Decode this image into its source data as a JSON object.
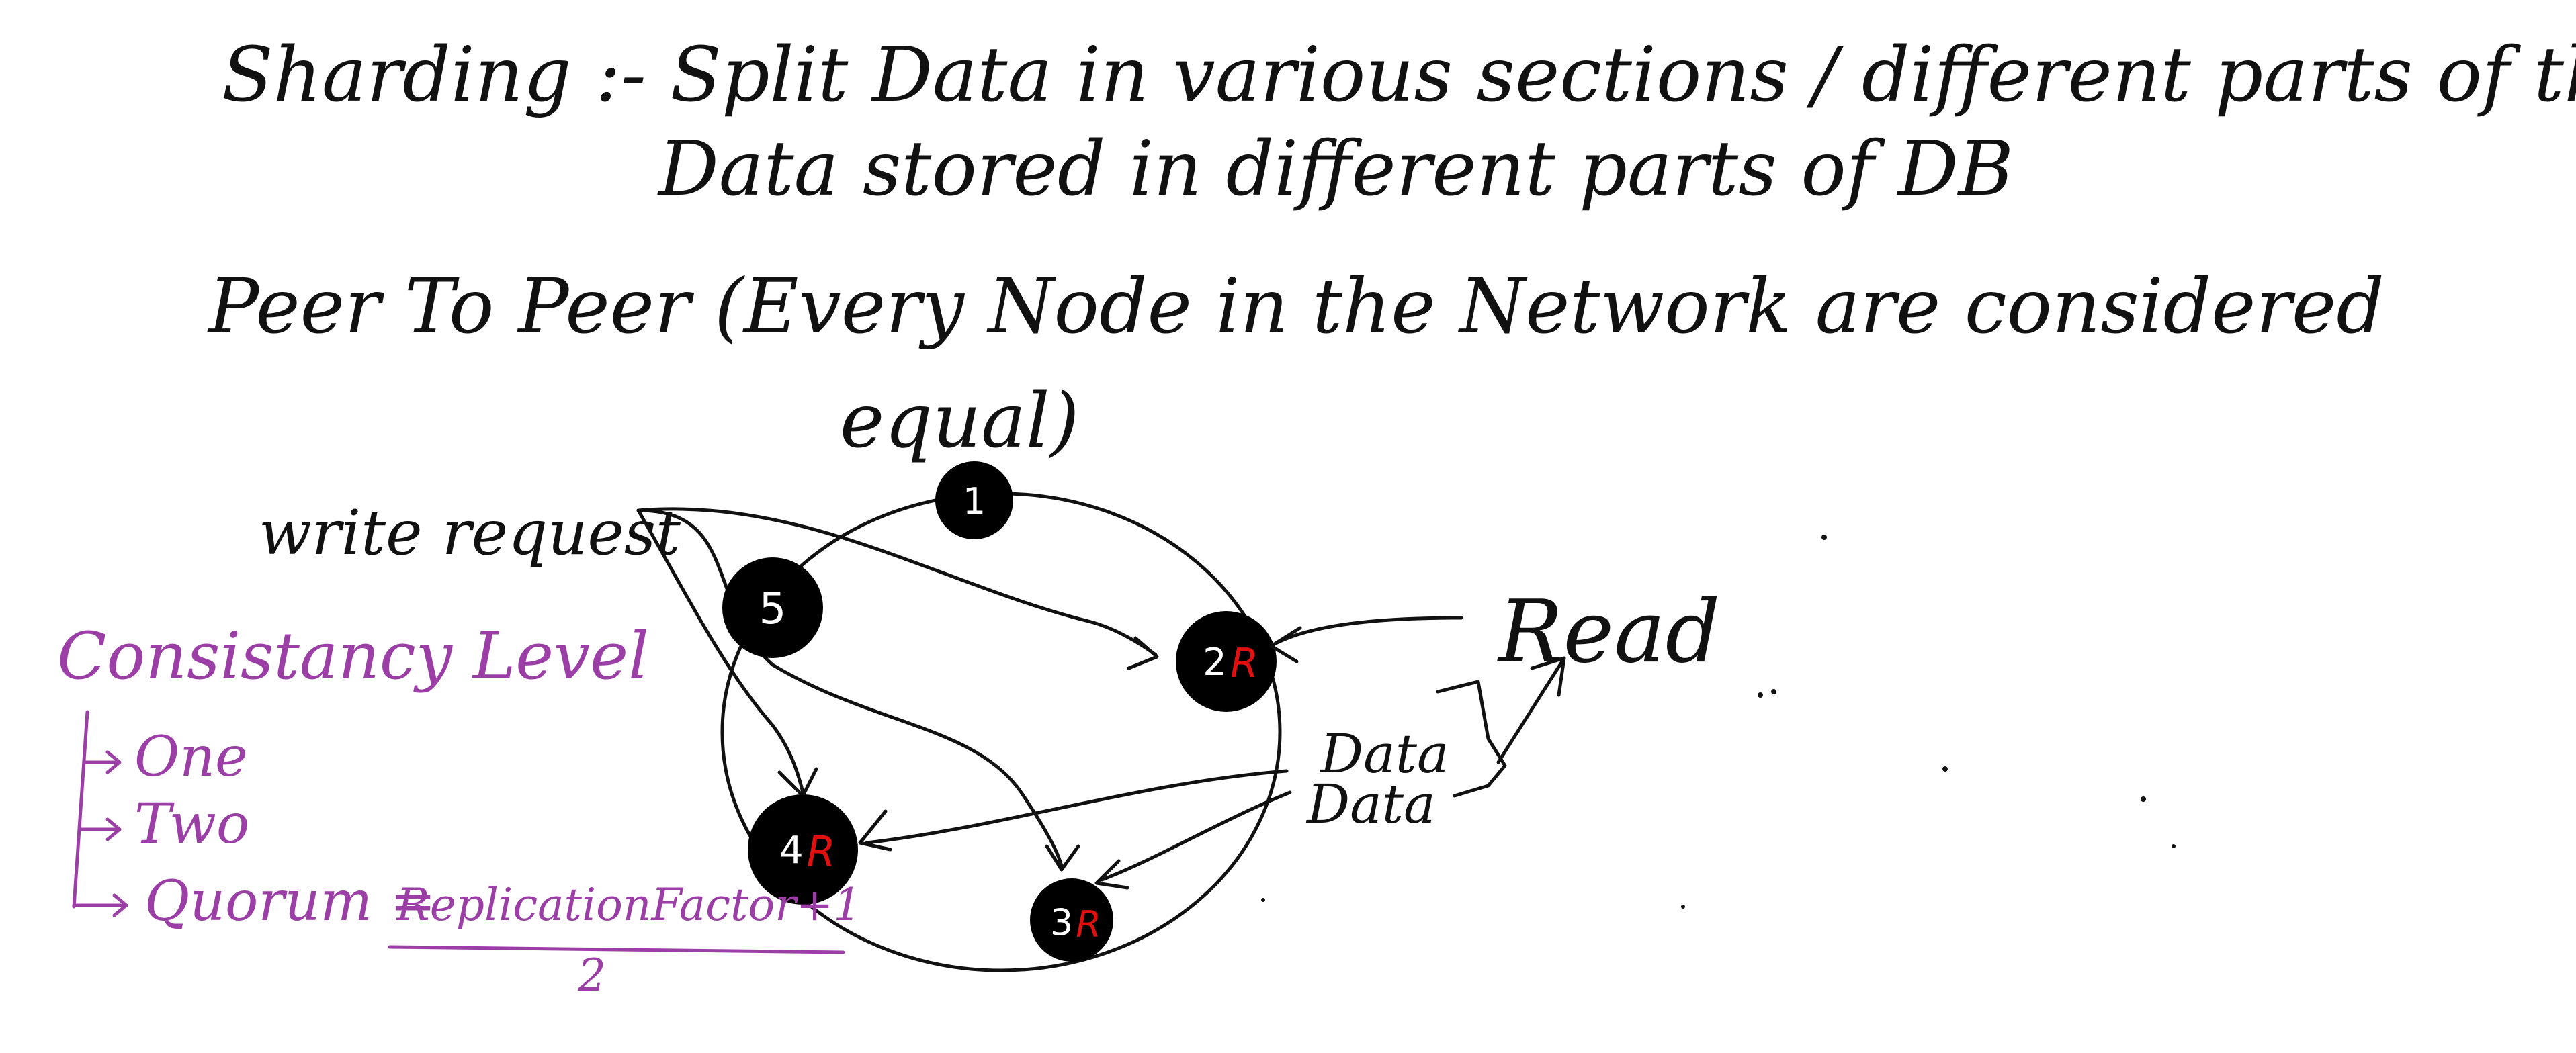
{
  "colors": {
    "ink": "#111111",
    "annotation": "#9b3fa6",
    "replica_marker": "#e01010",
    "node_fill": "#000000",
    "background": "#ffffff"
  },
  "heading": {
    "line1": "Sharding :- Split Data in various sections / different parts of the",
    "line2": "Data stored in different parts of DB"
  },
  "peer": {
    "line1": "Peer To Peer (Every Node in the Network are considered",
    "line2": "equal)"
  },
  "diagram": {
    "write_label": "write request",
    "read_label": "Read",
    "data_label_1": "Data",
    "data_label_2": "Data",
    "replica_marker": "R",
    "nodes": [
      {
        "id": "1"
      },
      {
        "id": "2",
        "replica": true
      },
      {
        "id": "3",
        "replica": true
      },
      {
        "id": "4",
        "replica": true
      },
      {
        "id": "5"
      }
    ]
  },
  "consistency": {
    "title": "Consistancy Level",
    "options": [
      "One",
      "Two",
      "Quorum ="
    ],
    "formula_numerator": "ReplicationFactor+1",
    "formula_denominator": "2"
  }
}
